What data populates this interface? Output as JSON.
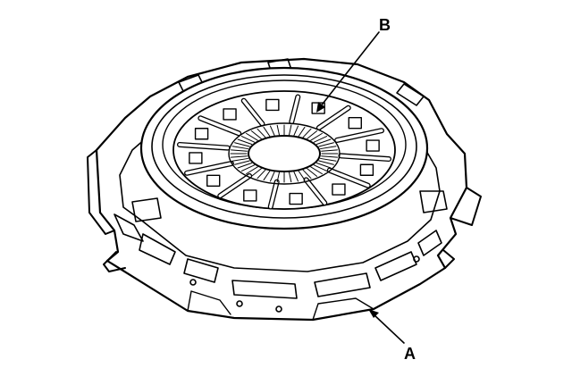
{
  "diagram": {
    "subject": "clutch-pressure-plate",
    "callouts": [
      {
        "id": "cover",
        "label": "A"
      },
      {
        "id": "diaphragm-spring",
        "label": "B"
      }
    ],
    "colors": {
      "ink": "#000000",
      "paper": "#ffffff"
    }
  }
}
